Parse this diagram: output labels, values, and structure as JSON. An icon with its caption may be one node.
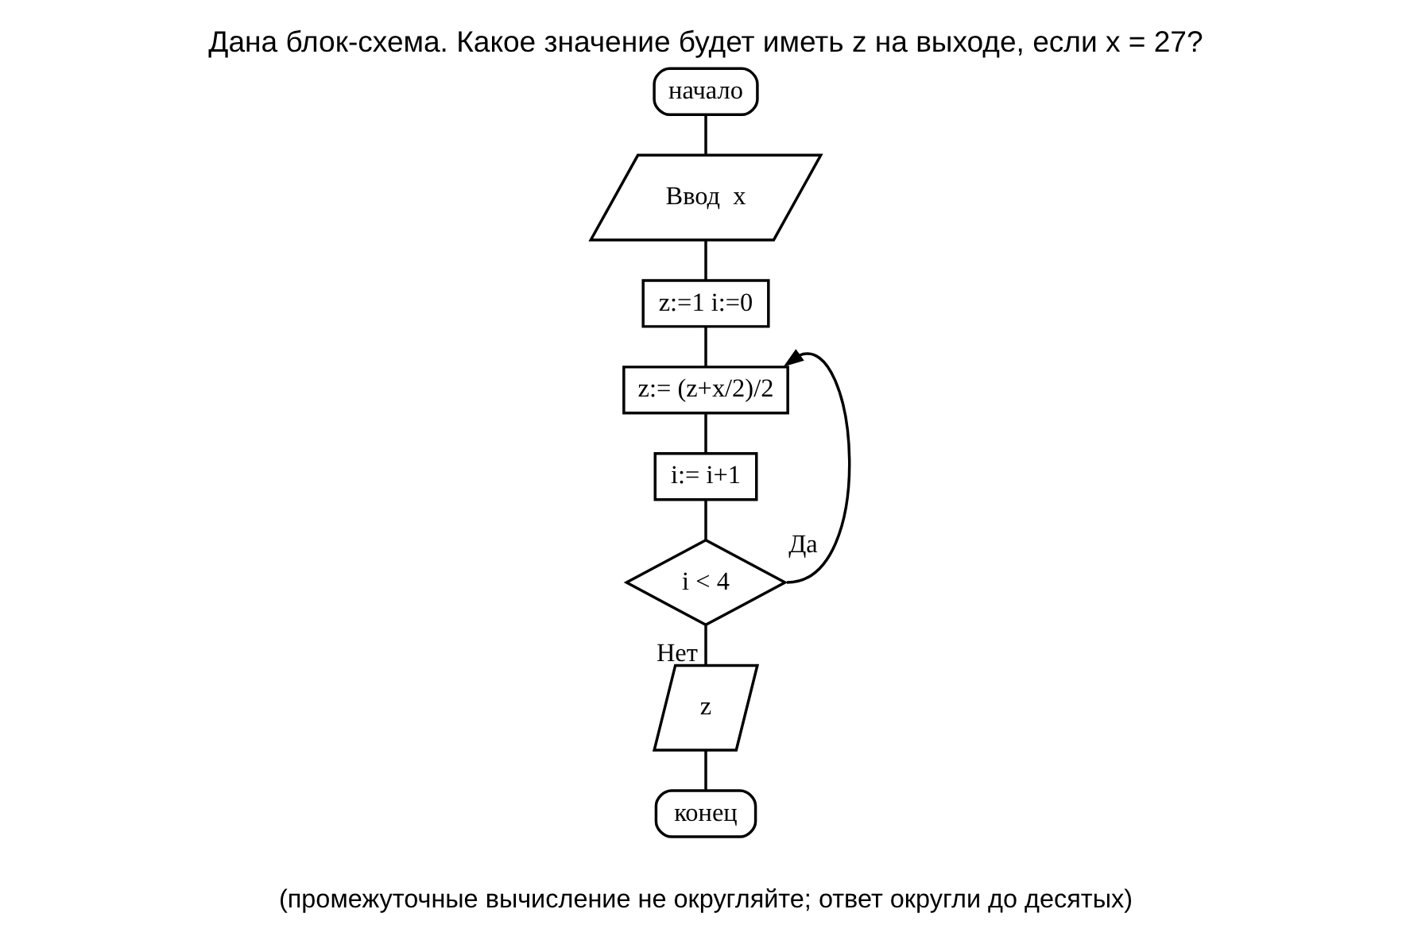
{
  "diagram": {
    "title": "Дана блок-схема. Какое значение будет иметь z на выходе, если x = 27?",
    "caption": "(промежуточные вычисление не округляйте; ответ округли до десятых)",
    "nodes": [
      {
        "text": [
          "начало"
        ]
      },
      {
        "text": [
          "Ввод  x"
        ]
      },
      {
        "text": [
          "z:=1 i:=0"
        ]
      },
      {
        "text": [
          "z:= (z+x/2)/2"
        ]
      },
      {
        "text": [
          "i:= i+1"
        ]
      },
      {
        "text": [
          "i < 4"
        ]
      },
      {
        "text": [
          "z"
        ]
      },
      {
        "text": [
          "конец"
        ]
      }
    ],
    "edges": [
      {
        "from": 0,
        "to": 1,
        "arrow": "none"
      },
      {
        "from": 1,
        "to": 2,
        "arrow": "none"
      },
      {
        "from": 2,
        "to": 3,
        "arrow": "none"
      },
      {
        "from": 3,
        "to": 4,
        "arrow": "none"
      },
      {
        "from": 4,
        "to": 5,
        "arrow": "none"
      },
      {
        "from": 5,
        "to": 3,
        "arrow": "to",
        "label": "Да"
      },
      {
        "from": 5,
        "to": 6,
        "arrow": "none",
        "label": "Нет"
      },
      {
        "from": 6,
        "to": 7,
        "arrow": "none"
      }
    ]
  }
}
